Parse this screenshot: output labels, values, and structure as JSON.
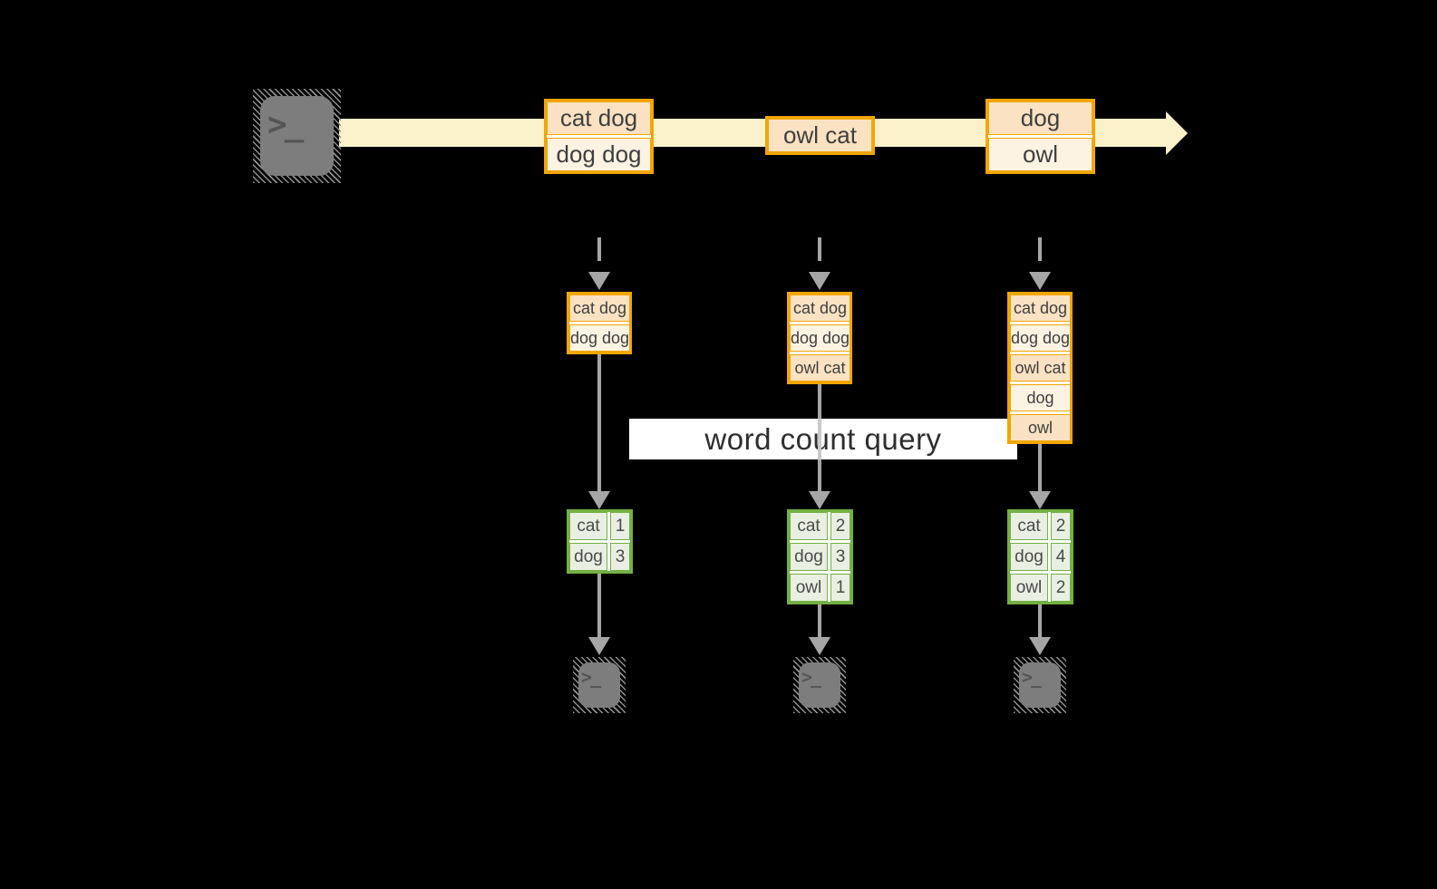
{
  "palette": {
    "orange": "#f2a602",
    "peach": "#fae2c2",
    "cream": "#fdf3e3",
    "band": "#fbf1cb",
    "green": "#74b043",
    "greenfill": "#e9efe2",
    "gray": "#a6a6a6",
    "graylight": "#c9c9c9",
    "ink": "#3f3f3f",
    "termgray": "#7d7d7d",
    "glyph": "#555555",
    "background": "#000000",
    "white": "#ffffff"
  },
  "source_terminal": {
    "glyph": ">_"
  },
  "timeline": {
    "boxes": [
      {
        "rows": [
          "cat dog",
          "dog dog"
        ]
      },
      {
        "rows": [
          "owl cat"
        ]
      },
      {
        "rows": [
          "dog",
          "owl"
        ]
      }
    ]
  },
  "query_band": {
    "label": "word count query"
  },
  "columns": [
    {
      "buffer": [
        "cat dog",
        "dog dog"
      ],
      "counts": [
        {
          "word": "cat",
          "count": "1"
        },
        {
          "word": "dog",
          "count": "3"
        }
      ],
      "terminal_glyph": ">_"
    },
    {
      "buffer": [
        "cat dog",
        "dog dog",
        "owl cat"
      ],
      "counts": [
        {
          "word": "cat",
          "count": "2"
        },
        {
          "word": "dog",
          "count": "3"
        },
        {
          "word": "owl",
          "count": "1"
        }
      ],
      "terminal_glyph": ">_"
    },
    {
      "buffer": [
        "cat dog",
        "dog dog",
        "owl cat",
        "dog",
        "owl"
      ],
      "counts": [
        {
          "word": "cat",
          "count": "2"
        },
        {
          "word": "dog",
          "count": "4"
        },
        {
          "word": "owl",
          "count": "2"
        }
      ],
      "terminal_glyph": ">_"
    }
  ]
}
